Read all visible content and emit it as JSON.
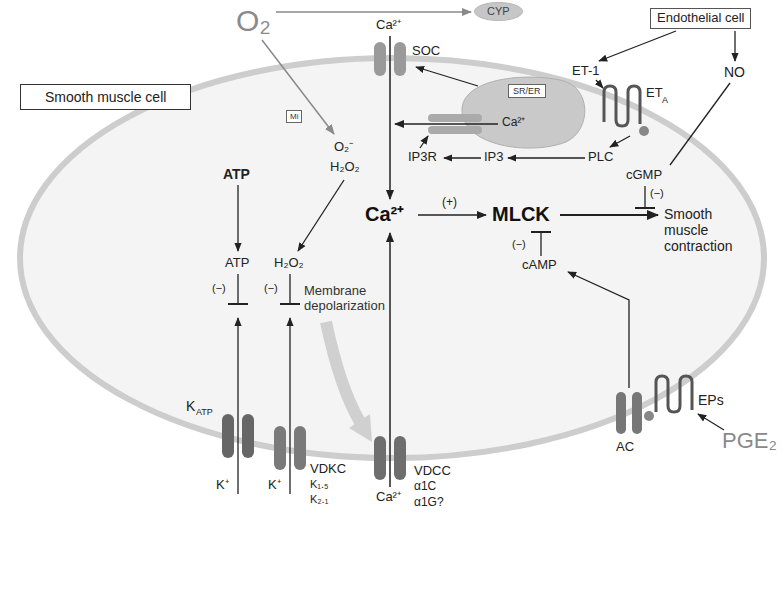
{
  "diagram": {
    "nodes": [
      {
        "text": [
          "CYP"
        ]
      },
      {
        "text": [
          "Endothelial cell"
        ]
      },
      {
        "text": [
          "Smooth muscle cell"
        ]
      },
      {
        "text": [
          "SR/ER"
        ]
      },
      {
        "text": [
          "Mi"
        ]
      }
    ],
    "labels": [
      "O₂",
      "Ca²⁺",
      "SOC",
      "ET-1",
      "ET",
      "A",
      "NO",
      "Ca²⁺",
      "PLC",
      "IP3R",
      "IP3",
      "O₂⁻",
      "H₂O₂",
      "ATP",
      "cGMP",
      "(−)",
      "Ca²⁺",
      "(+)",
      "MLCK",
      "Smooth muscle contraction",
      "(−)",
      "cAMP",
      "ATP",
      "H₂O₂",
      "(−)",
      "(−)",
      "Membrane depolarization",
      "K",
      "ATP",
      "K⁺",
      "K⁺",
      "VDKC",
      "K₁.₅",
      "K₂.₁",
      "VDCC",
      "α1C",
      "α1G?",
      "Ca²⁺",
      "AC",
      "EPs",
      "PGE₂"
    ]
  }
}
